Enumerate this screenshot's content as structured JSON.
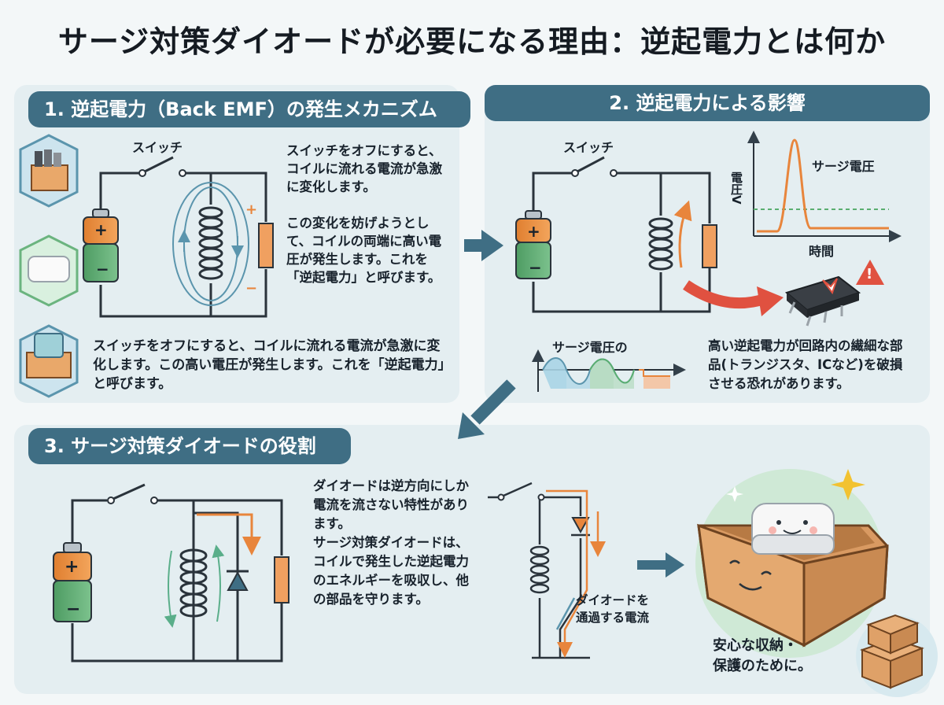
{
  "title": "サージ対策ダイオードが必要になる理由：逆起電力とは何か",
  "section1": {
    "header": "1. 逆起電力（Back EMF）の発生メカニズム",
    "switch_label": "スイッチ",
    "plus": "+",
    "minus": "−",
    "coil_plus": "+",
    "coil_minus": "−",
    "text_right": "スイッチをオフにすると、コイルに流れる電流が急激に変化します。\n\nこの変化を妨げようとして、コイルの両端に高い電圧が発生します。これを「逆起電力」と呼びます。",
    "text_bottom": "スイッチをオフにすると、コイルに流れる電流が急激に変化します。この高い電圧が発生します。これを「逆起電力」と呼びます。"
  },
  "section2": {
    "header": "2. 逆起電力による影響",
    "switch_label": "スイッチ",
    "plus": "+",
    "minus": "−",
    "graph_y_label": "電圧V",
    "graph_x_label": "時間",
    "graph_peak_label": "サージ電圧",
    "wave_label": "サージ電圧の",
    "warning_mark": "!",
    "damage_text": "高い逆起電力が回路内の繊細な部品(トランジスタ、ICなど)を破損させる恐れがあります。"
  },
  "section3": {
    "header": "3. サージ対策ダイオードの役割",
    "plus": "+",
    "minus": "−",
    "explain_text": "ダイオードは逆方向にしか電流を流さない特性があります。\nサージ対策ダイオードは、コイルで発生した逆起電力のエネルギーを吸収し、他の部品を守ります。",
    "diode_current_label": "ダイオードを\n通過する電流",
    "storage_text": "安心な収納・\n保護のために。"
  },
  "colors": {
    "header_bg": "#3f6e84",
    "panel_bg": "#e4eef1",
    "arrow": "#3f6e84",
    "orange": "#e8853c",
    "green_battery": "#5fae73",
    "red_warning": "#e05140",
    "field_lines": "#5b95ad"
  }
}
